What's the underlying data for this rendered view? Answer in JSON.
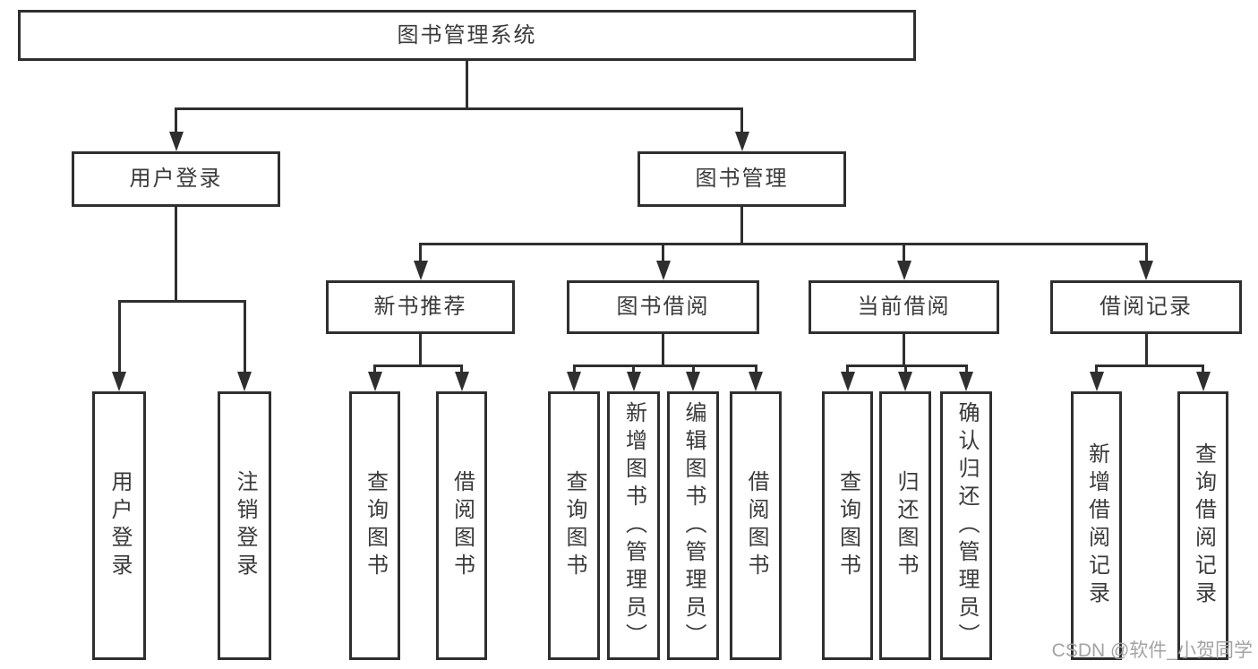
{
  "diagram_title": "图书管理系统",
  "nodes": {
    "root": {
      "label": "图书管理系统"
    },
    "user_login": {
      "label": "用户登录"
    },
    "book_mgmt": {
      "label": "图书管理"
    },
    "new_book_rec": {
      "label": "新书推荐"
    },
    "book_borrow": {
      "label": "图书借阅"
    },
    "current_borrow": {
      "label": "当前借阅"
    },
    "borrow_records": {
      "label": "借阅记录"
    },
    "leaf_user_login": {
      "label": "用户登录"
    },
    "leaf_logout": {
      "label": "注销登录"
    },
    "leaf_query_books_1": {
      "label": "查询图书"
    },
    "leaf_borrow_books_1": {
      "label": "借阅图书"
    },
    "leaf_query_books_2": {
      "label": "查询图书"
    },
    "leaf_add_books": {
      "label": "新增图书（管理员）"
    },
    "leaf_edit_books": {
      "label": "编辑图书（管理员）"
    },
    "leaf_borrow_books_2": {
      "label": "借阅图书"
    },
    "leaf_query_books_3": {
      "label": "查询图书"
    },
    "leaf_return_books": {
      "label": "归还图书"
    },
    "leaf_confirm_return": {
      "label": "确认归还（管理员）"
    },
    "leaf_add_borrow_record": {
      "label": "新增借阅记录"
    },
    "leaf_query_borrow_record": {
      "label": "查询借阅记录"
    }
  },
  "hierarchy": {
    "root": "图书管理系统",
    "children_of_root": [
      "用户登录",
      "图书管理"
    ],
    "children_of_user_login": [
      "用户登录",
      "注销登录"
    ],
    "children_of_book_mgmt": [
      "新书推荐",
      "图书借阅",
      "当前借阅",
      "借阅记录"
    ],
    "children_of_new_book_rec": [
      "查询图书",
      "借阅图书"
    ],
    "children_of_book_borrow": [
      "查询图书",
      "新增图书（管理员）",
      "编辑图书（管理员）",
      "借阅图书"
    ],
    "children_of_current_borrow": [
      "查询图书",
      "归还图书",
      "确认归还（管理员）"
    ],
    "children_of_borrow_records": [
      "新增借阅记录",
      "查询借阅记录"
    ]
  },
  "watermark": {
    "text": "CSDN @软件_小贺同学",
    "color": "#a3a3a3"
  },
  "colors": {
    "line": "#2f2f2f",
    "box_border": "#2f2f2f",
    "box_fill": "#ffffff",
    "text": "#3a3a3a",
    "background": "#ffffff"
  }
}
